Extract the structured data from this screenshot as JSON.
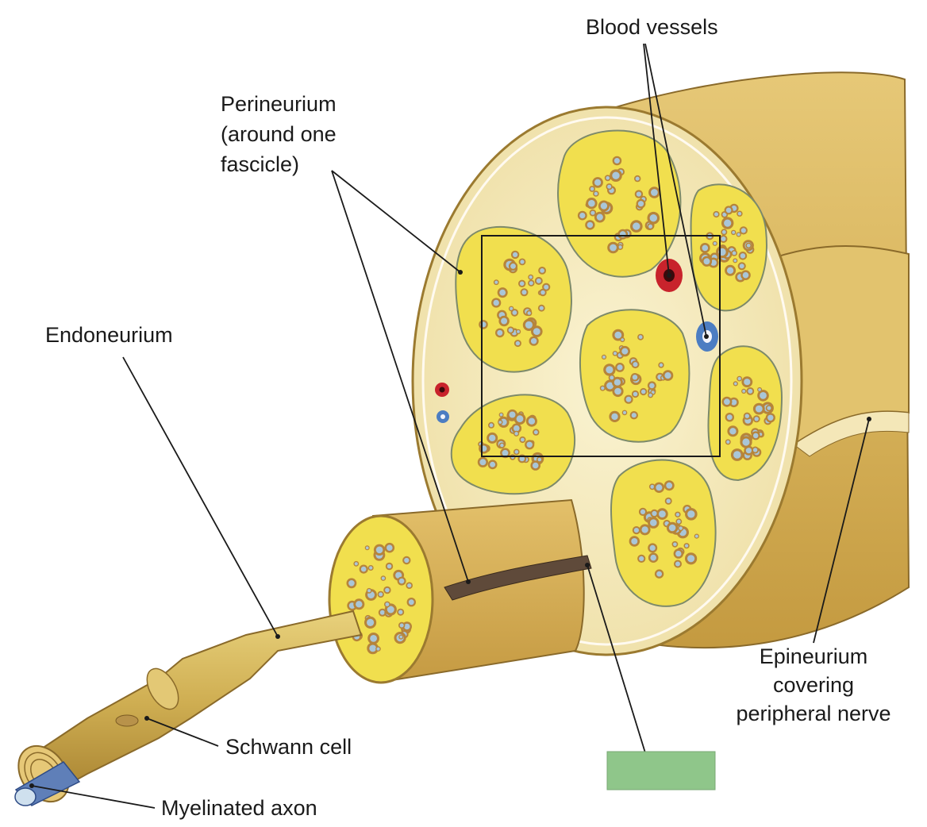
{
  "labels": {
    "blood_vessels": "Blood vessels",
    "perineurium": [
      "Perineurium",
      "(around one",
      "fascicle)"
    ],
    "endoneurium": "Endoneurium",
    "epineurium": [
      "Epineurium",
      "covering",
      "peripheral nerve"
    ],
    "schwann_cell": "Schwann cell",
    "myelinated_axon": "Myelinated axon"
  },
  "colors": {
    "nerve_tan": "#d9b760",
    "nerve_dark": "#b48d35",
    "fascicle_yellow": "#f1df4e",
    "connective_cream": "#f7eec5",
    "axon_blue": "#a9c6d8",
    "myelin_brown": "#b6843a",
    "artery_red": "#c8232c",
    "vein_blue": "#4c7dc2",
    "cover_green": "#8fc68a",
    "leader_black": "#1a1a1a"
  }
}
